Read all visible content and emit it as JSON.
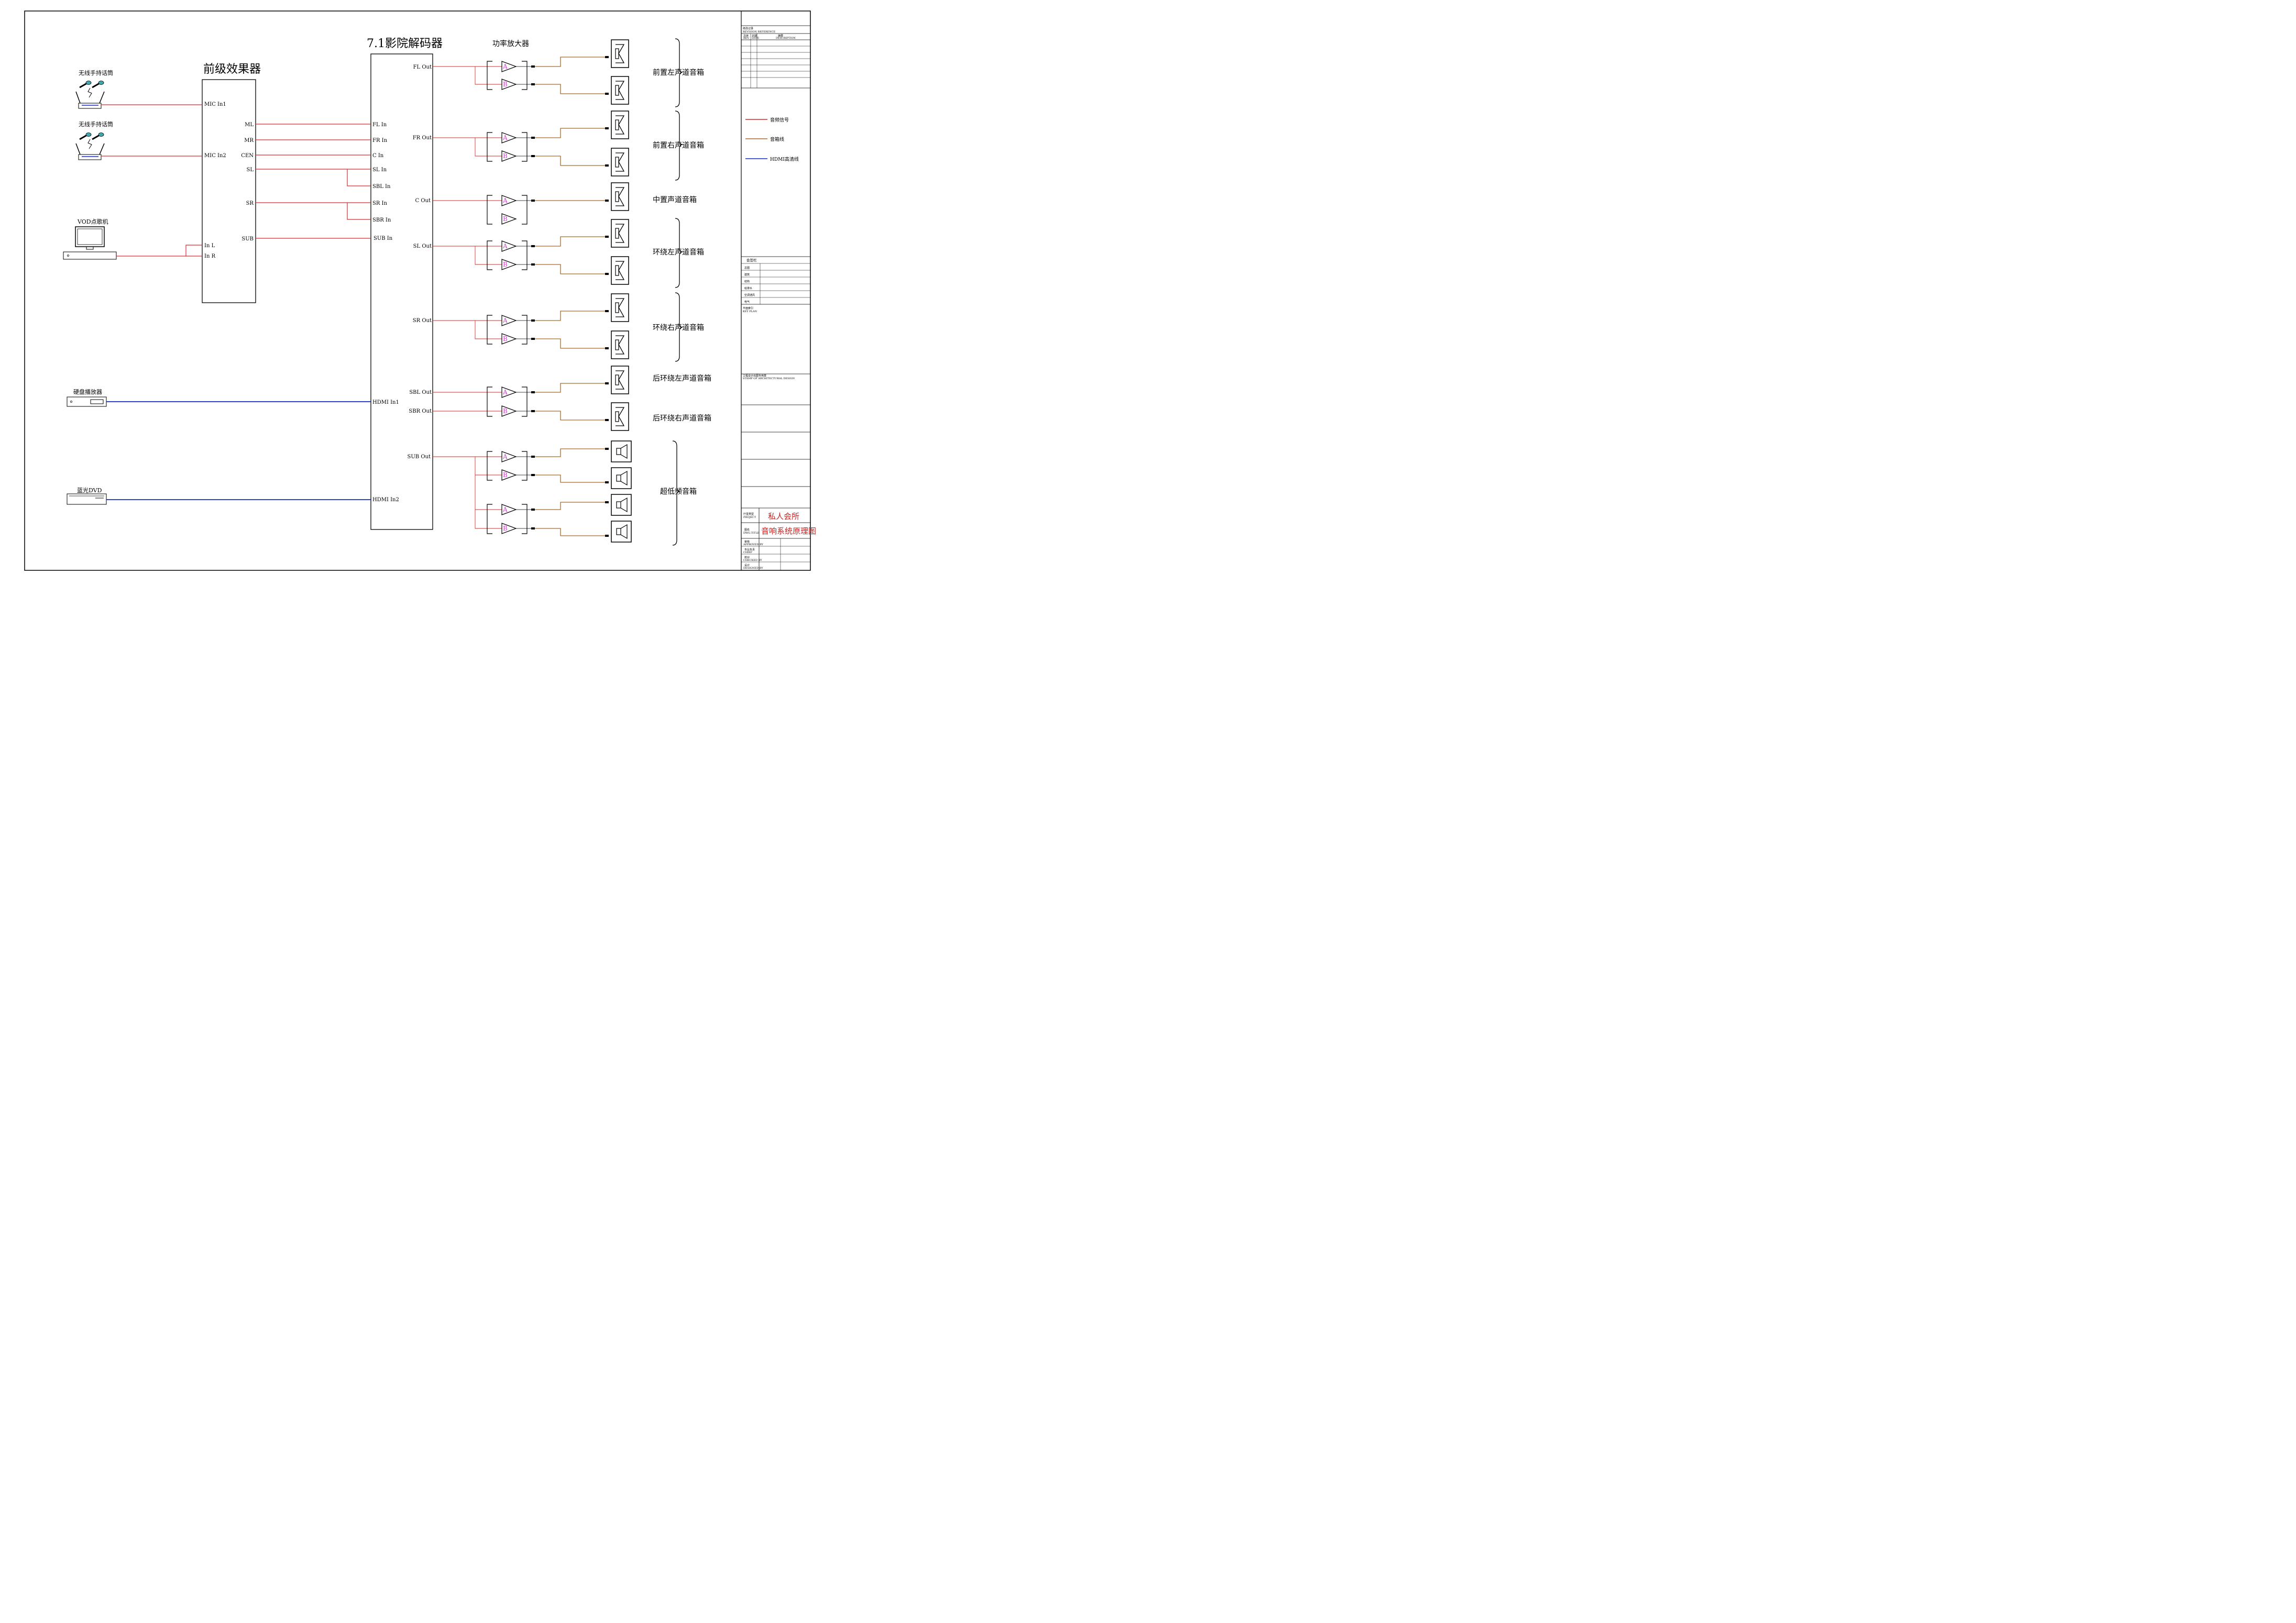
{
  "colors": {
    "audio": "#d42a2a",
    "speaker": "#a8692a",
    "hdmi": "#1428c8",
    "line": "#000000",
    "accent": "#cc2222"
  },
  "headings": {
    "preamp": "前级效果器",
    "decoder": "7.1影院解码器",
    "amps": "功率放大器"
  },
  "sources": {
    "mic1": "无线手持话筒",
    "mic2": "无线手持话筒",
    "vod": "VOD点歌机",
    "hdd": "硬盘播放器",
    "bluray": "蓝光DVD"
  },
  "preamp_ports": {
    "in": [
      "MIC In1",
      "MIC In2",
      "In L",
      "In R"
    ],
    "out": [
      "ML",
      "MR",
      "CEN",
      "SL",
      "SR",
      "SUB"
    ]
  },
  "decoder_ports": {
    "in": [
      "FL In",
      "FR In",
      "C In",
      "SL In",
      "SBL In",
      "SR In",
      "SBR In",
      "SUB In",
      "HDMI In1",
      "HDMI In2"
    ],
    "out": [
      "FL Out",
      "FR Out",
      "C Out",
      "SL Out",
      "SR Out",
      "SBL Out",
      "SBR Out",
      "SUB Out"
    ]
  },
  "amp_channel_labels": [
    "A",
    "B"
  ],
  "speaker_groups": {
    "front_left": "前置左声道音箱",
    "front_right": "前置右声道音箱",
    "center": "中置声道音箱",
    "surround_left": "环绕左声道音箱",
    "surround_right": "环绕右声道音箱",
    "rear_left": "后环绕左声道音箱",
    "rear_right": "后环绕右声道音箱",
    "subwoofer": "超低频音箱"
  },
  "legend": [
    {
      "label": "音频信号",
      "color": "#d42a2a"
    },
    {
      "label": "音箱线",
      "color": "#a8692a"
    },
    {
      "label": "HDMI高清线",
      "color": "#1428c8"
    }
  ],
  "title_block": {
    "revision_title": "修改记录",
    "revision_title_en": "REVISION REFERENCE",
    "rev_cols": [
      "次序",
      "日期",
      "摘要"
    ],
    "rev_cols_en": [
      "REV.",
      "DATE",
      "DESCRIPTION"
    ],
    "signoff_title": "会签栏",
    "signoff_rows": [
      "总图",
      "建筑",
      "结构",
      "给排水",
      "空调通风",
      "电气"
    ],
    "key_plan": "平面索引",
    "key_plan_en": "KEY PLAN",
    "stamp": "工程设计出图专用章",
    "stamp_en": "STAMP OF ARCHITECTURAL DESIGN",
    "project_label": "厅堂类型",
    "project_label_en": "PROJECT",
    "project_value": "私人会所",
    "drawing_label": "图名",
    "drawing_label_en": "DWG.TITLE",
    "drawing_value": "音响系统原理图",
    "roles": [
      {
        "cn": "审核",
        "en": "APPROVED BY"
      },
      {
        "cn": "专业负责",
        "en": "CHIEF"
      },
      {
        "cn": "校对",
        "en": "CHECKED BY"
      },
      {
        "cn": "设计",
        "en": "DESIGNED BY"
      }
    ]
  }
}
